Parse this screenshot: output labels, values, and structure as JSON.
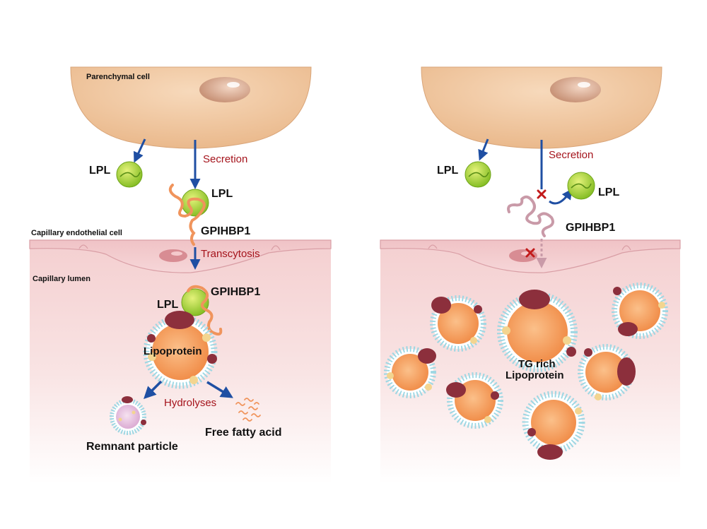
{
  "colors": {
    "cell_fill": "#f1c9a3",
    "lumen_top": "#f6d4d5",
    "arrow_blue": "#1f4fa3",
    "process_red": "#a5141c",
    "lpl_green": "#a9d42a",
    "gpihbp1_orange": "#f0945c",
    "gpihbp1_inactive": "#c99aa8",
    "apoprotein": "#8c2f3c",
    "core_orange": "#f59a55",
    "shell_blue": "#9fd7e3"
  },
  "left_panel": {
    "parenchymal_cell": "Parenchymal cell",
    "lpl_free": "LPL",
    "secretion": "Secretion",
    "lpl_bound": "LPL",
    "gpihbp1_top": "GPIHBP1",
    "endothelial_cell": "Capillary endothelial cell",
    "transcytosis": "Transcytosis",
    "capillary_lumen": "Capillary lumen",
    "gpihbp1_lumen": "GPIHBP1",
    "lpl_lumen": "LPL",
    "lipoprotein": "Lipoprotein",
    "hydrolyses": "Hydrolyses",
    "remnant": "Remnant particle",
    "ffa": "Free fatty acid"
  },
  "right_panel": {
    "lpl_free": "LPL",
    "secretion": "Secretion",
    "lpl_detached": "LPL",
    "gpihbp1": "GPIHBP1",
    "tg_rich_line1": "TG rich",
    "tg_rich_line2": "Lipoprotein"
  }
}
